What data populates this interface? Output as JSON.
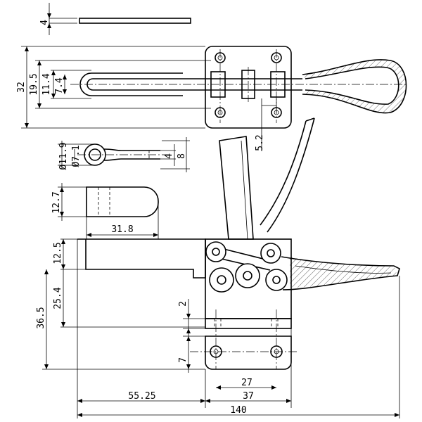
{
  "dimensions": {
    "plate_thickness": "4",
    "base_height": "32",
    "slot_outer": "19.5",
    "slot_width": "11.4",
    "slot_inner": "7.4",
    "hole_offset": "5.2",
    "eye_outer_dia": "Ø11.9",
    "eye_inner_dia": "Ø7.1",
    "rod_dim_a": "4",
    "rod_dim_b": "8",
    "pad_height": "12.7",
    "pad_length": "31.8",
    "arm_top": "12.5",
    "arm_mid": "25.4",
    "arm_total": "36.5",
    "gap": "2",
    "base_thickness": "7",
    "hole_spacing": "27",
    "base_width": "37",
    "reach": "55.25",
    "overall_length": "140"
  }
}
